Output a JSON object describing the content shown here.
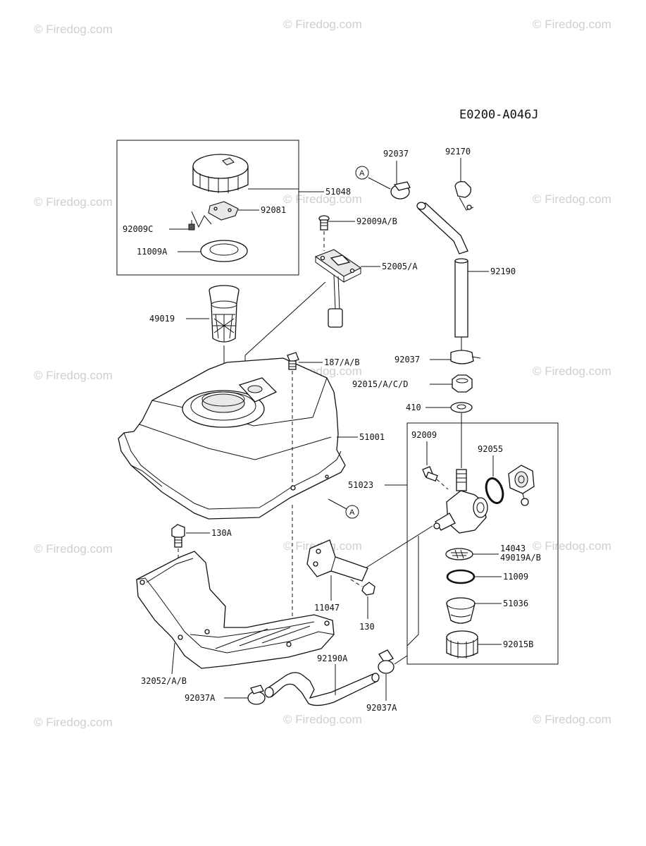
{
  "diagram_code": "E0200-A046J",
  "watermark_text": "© Firedog.com",
  "callout_marker": "A",
  "parts": {
    "p51048": "51048",
    "p92081": "92081",
    "p92009C": "92009C",
    "p11009A": "11009A",
    "p49019": "49019",
    "p92037_top": "92037",
    "p92170": "92170",
    "p92009AB": "92009A/B",
    "p52005A": "52005/A",
    "p92190": "92190",
    "p187AB": "187/A/B",
    "p92037_mid": "92037",
    "p92015ACD": "92015/A/C/D",
    "p410": "410",
    "p51001": "51001",
    "p92009": "92009",
    "p92055": "92055",
    "p51023": "51023",
    "p130A": "130A",
    "p14043": "14043",
    "p49019AB": "49019A/B",
    "p11009": "11009",
    "p11047": "11047",
    "p51036": "51036",
    "p130": "130",
    "p92190A": "92190A",
    "p92015B": "92015B",
    "p32052AB": "32052/A/B",
    "p92037A_left": "92037A",
    "p92037A_right": "92037A"
  }
}
